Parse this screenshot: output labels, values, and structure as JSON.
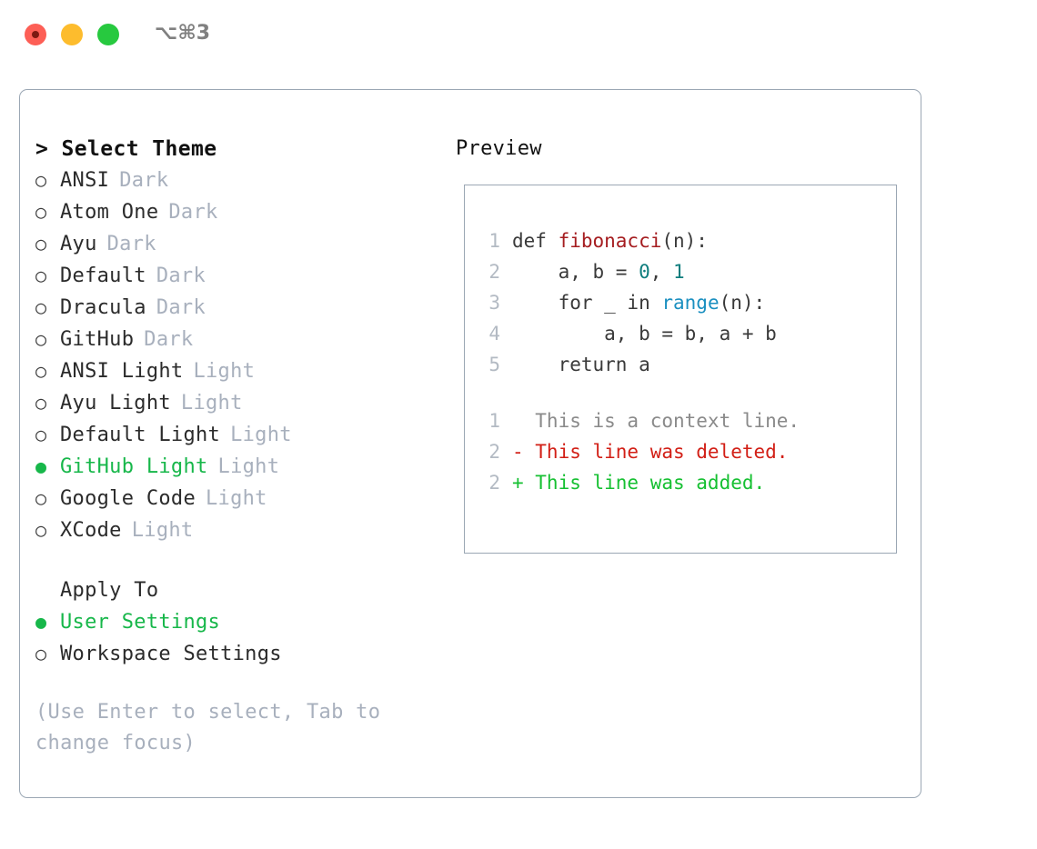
{
  "titlebar": {
    "shortcut": "⌥⌘3",
    "dots": [
      "close-red",
      "minimize-yellow",
      "maximize-green"
    ]
  },
  "left": {
    "heading": "> Select Theme",
    "themes": [
      {
        "marker": "○",
        "name": "ANSI",
        "tag": "Dark",
        "selected": false
      },
      {
        "marker": "○",
        "name": "Atom One",
        "tag": "Dark",
        "selected": false
      },
      {
        "marker": "○",
        "name": "Ayu",
        "tag": "Dark",
        "selected": false
      },
      {
        "marker": "○",
        "name": "Default",
        "tag": "Dark",
        "selected": false
      },
      {
        "marker": "○",
        "name": "Dracula",
        "tag": "Dark",
        "selected": false
      },
      {
        "marker": "○",
        "name": "GitHub",
        "tag": "Dark",
        "selected": false
      },
      {
        "marker": "○",
        "name": "ANSI Light",
        "tag": "Light",
        "selected": false
      },
      {
        "marker": "○",
        "name": "Ayu Light",
        "tag": "Light",
        "selected": false
      },
      {
        "marker": "○",
        "name": "Default Light",
        "tag": "Light",
        "selected": false
      },
      {
        "marker": "●",
        "name": "GitHub Light",
        "tag": "Light",
        "selected": true
      },
      {
        "marker": "○",
        "name": "Google Code",
        "tag": "Light",
        "selected": false
      },
      {
        "marker": "○",
        "name": "XCode",
        "tag": "Light",
        "selected": false
      }
    ],
    "apply_to_heading": "Apply To",
    "apply_to": [
      {
        "marker": "●",
        "name": "User Settings",
        "selected": true
      },
      {
        "marker": "○",
        "name": "Workspace Settings",
        "selected": false
      }
    ],
    "hint": "(Use Enter to select, Tab to change focus)"
  },
  "right": {
    "heading": "Preview",
    "code": [
      {
        "n": "1",
        "parts": [
          {
            "t": "def ",
            "c": "plain"
          },
          {
            "t": "fibonacci",
            "c": "fn"
          },
          {
            "t": "(n):",
            "c": "plain"
          }
        ]
      },
      {
        "n": "2",
        "parts": [
          {
            "t": "    a, b = ",
            "c": "plain"
          },
          {
            "t": "0",
            "c": "num"
          },
          {
            "t": ", ",
            "c": "plain"
          },
          {
            "t": "1",
            "c": "num"
          }
        ]
      },
      {
        "n": "3",
        "parts": [
          {
            "t": "    for _ in ",
            "c": "plain"
          },
          {
            "t": "range",
            "c": "call"
          },
          {
            "t": "(n):",
            "c": "plain"
          }
        ]
      },
      {
        "n": "4",
        "parts": [
          {
            "t": "        a, b = b, a + b",
            "c": "plain"
          }
        ]
      },
      {
        "n": "5",
        "parts": [
          {
            "t": "    return a",
            "c": "plain"
          }
        ]
      }
    ],
    "diff": [
      {
        "n": "1",
        "text": "  This is a context line.",
        "kind": "ctx"
      },
      {
        "n": "2",
        "text": "- This line was deleted.",
        "kind": "del"
      },
      {
        "n": "2",
        "text": "+ This line was added.",
        "kind": "add"
      }
    ]
  },
  "colors": {
    "accent_green": "#17b74a",
    "muted": "#a8b0bd",
    "border": "#9ba7b4",
    "fn_red": "#a51d20",
    "num_teal": "#0d7d7d",
    "call_blue": "#1a8fc0",
    "diff_add": "#16c032",
    "diff_del": "#d21f16"
  }
}
